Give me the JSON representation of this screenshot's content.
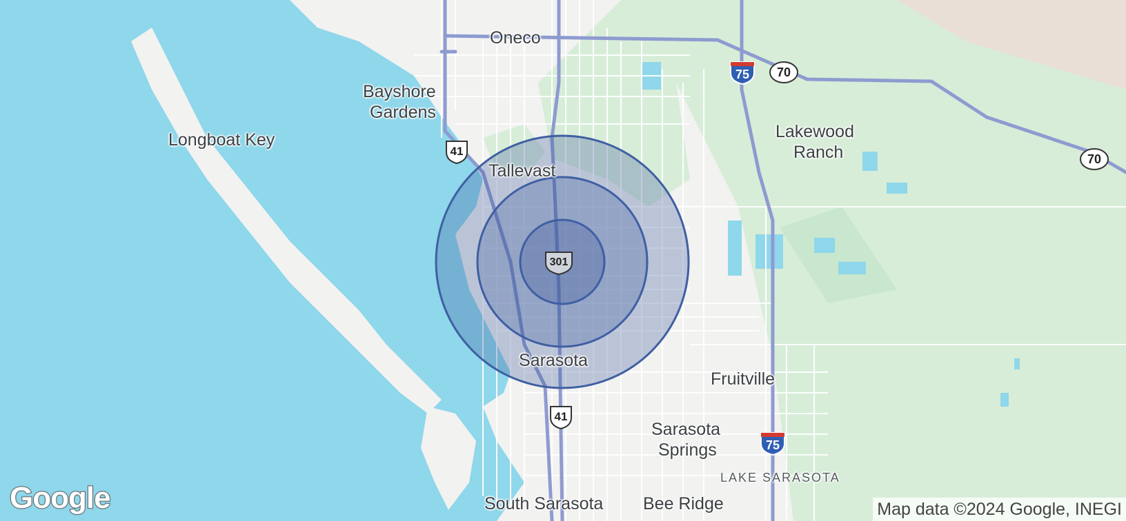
{
  "places": {
    "oneco": "Oneco",
    "bayshore_line1": "Bayshore",
    "bayshore_line2": "Gardens",
    "longboat_key": "Longboat Key",
    "lakewood_line1": "Lakewood",
    "lakewood_line2": "Ranch",
    "tallevast": "Tallevast",
    "sarasota": "Sarasota",
    "fruitville": "Fruitville",
    "sarasota_springs_line1": "Sarasota",
    "sarasota_springs_line2": "Springs",
    "lake_sarasota": "LAKE SARASOTA",
    "south_sarasota": "South Sarasota",
    "bee_ridge": "Bee Ridge"
  },
  "shields": {
    "us41_north": "41",
    "us41_south": "41",
    "us301": "301",
    "fl70_west": "70",
    "fl70_east": "70",
    "i75_north": "75",
    "i75_south": "75"
  },
  "radius_rings": {
    "count": 3,
    "fill_color": "#3c5a9a",
    "stroke_color": "#3f5fa3"
  },
  "logo": "Google",
  "attribution": "Map data ©2024 Google, INEGI",
  "colors": {
    "water": "#8fd7ea",
    "land": "#f2f2f1",
    "parkland": "#d6ecd7",
    "highway": "#8e9bd0",
    "minor_road": "#ffffff"
  }
}
